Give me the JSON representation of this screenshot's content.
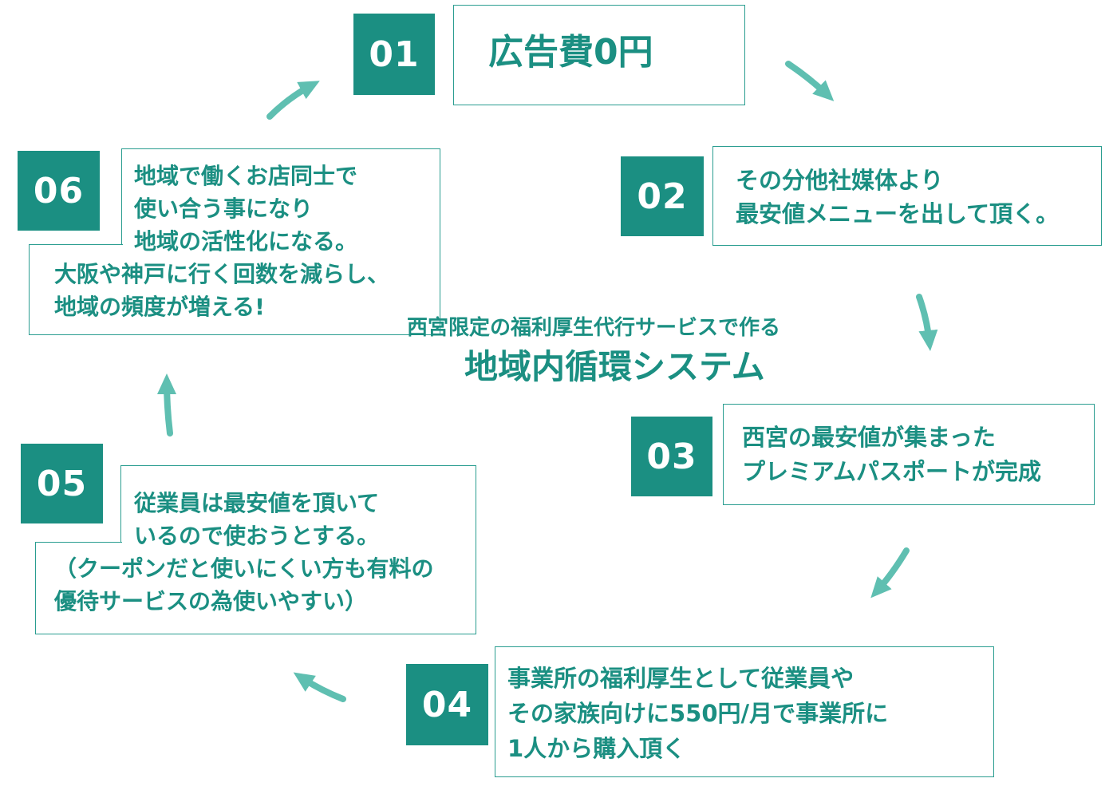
{
  "colors": {
    "accent": "#1b8f82",
    "arrow": "#5fbfb1",
    "border": "#2a9d90"
  },
  "center": {
    "subtitle": "西宮限定の福利厚生代行サービスで作る",
    "title": "地域内循環システム"
  },
  "steps": [
    {
      "number": "01",
      "lines": [
        "広告費0円"
      ]
    },
    {
      "number": "02",
      "lines": [
        "その分他社媒体より",
        "最安値メニューを出して頂く。"
      ]
    },
    {
      "number": "03",
      "lines": [
        "西宮の最安値が集まった",
        "プレミアムパスポートが完成"
      ]
    },
    {
      "number": "04",
      "lines": [
        "事業所の福利厚生として従業員や",
        "その家族向けに550円/月で事業所に",
        "1人から購入頂く"
      ]
    },
    {
      "number": "05",
      "lines": [
        "従業員は最安値を頂いて",
        "いるので使おうとする。",
        "（クーポンだと使いにくい方も有料の",
        "優待サービスの為使いやすい）"
      ]
    },
    {
      "number": "06",
      "lines": [
        "地域で働くお店同士で",
        "使い合う事になり",
        "地域の活性化になる。",
        "大阪や神戸に行く回数を減らし、",
        "地域の頻度が増える!"
      ]
    }
  ]
}
